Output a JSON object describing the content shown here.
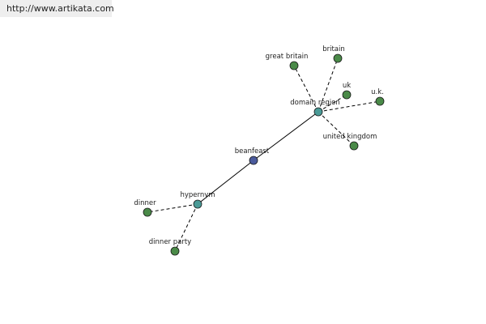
{
  "watermark": {
    "text": "http://www.artikata.com"
  },
  "colors": {
    "root_node": "#4a5a9c",
    "hub_node": "#4a9a96",
    "leaf_node": "#4a8a48",
    "edge": "#000000"
  },
  "nodes": [
    {
      "id": "beanfeast",
      "label": "beanfeast",
      "role": "root"
    },
    {
      "id": "domain_region",
      "label": "domain region",
      "role": "hub"
    },
    {
      "id": "hypernym",
      "label": "hypernym",
      "role": "hub"
    },
    {
      "id": "great_britain",
      "label": "great britain",
      "role": "leaf"
    },
    {
      "id": "britain",
      "label": "britain",
      "role": "leaf"
    },
    {
      "id": "uk",
      "label": "uk",
      "role": "leaf"
    },
    {
      "id": "u_k",
      "label": "u.k.",
      "role": "leaf"
    },
    {
      "id": "united_kingdom",
      "label": "united kingdom",
      "role": "leaf"
    },
    {
      "id": "dinner",
      "label": "dinner",
      "role": "leaf"
    },
    {
      "id": "dinner_party",
      "label": "dinner party",
      "role": "leaf"
    }
  ],
  "edges": [
    {
      "from": "beanfeast",
      "to": "domain_region",
      "style": "solid"
    },
    {
      "from": "beanfeast",
      "to": "hypernym",
      "style": "solid"
    },
    {
      "from": "domain_region",
      "to": "great_britain",
      "style": "dashed"
    },
    {
      "from": "domain_region",
      "to": "britain",
      "style": "dashed"
    },
    {
      "from": "domain_region",
      "to": "uk",
      "style": "dashed"
    },
    {
      "from": "domain_region",
      "to": "u_k",
      "style": "dashed"
    },
    {
      "from": "domain_region",
      "to": "united_kingdom",
      "style": "dashed"
    },
    {
      "from": "hypernym",
      "to": "dinner",
      "style": "dashed"
    },
    {
      "from": "hypernym",
      "to": "dinner_party",
      "style": "dashed"
    }
  ]
}
